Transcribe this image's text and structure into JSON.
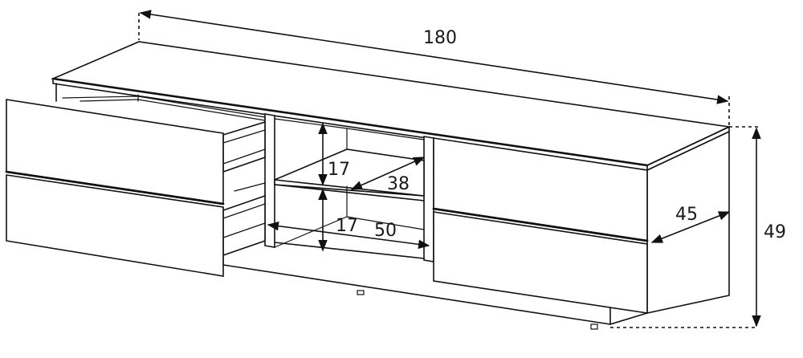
{
  "dimensions": {
    "width": "180",
    "height": "49",
    "depth": "45",
    "shelf_height_upper": "17",
    "shelf_height_lower": "17",
    "shelf_depth": "38",
    "compartment_width": "50"
  }
}
